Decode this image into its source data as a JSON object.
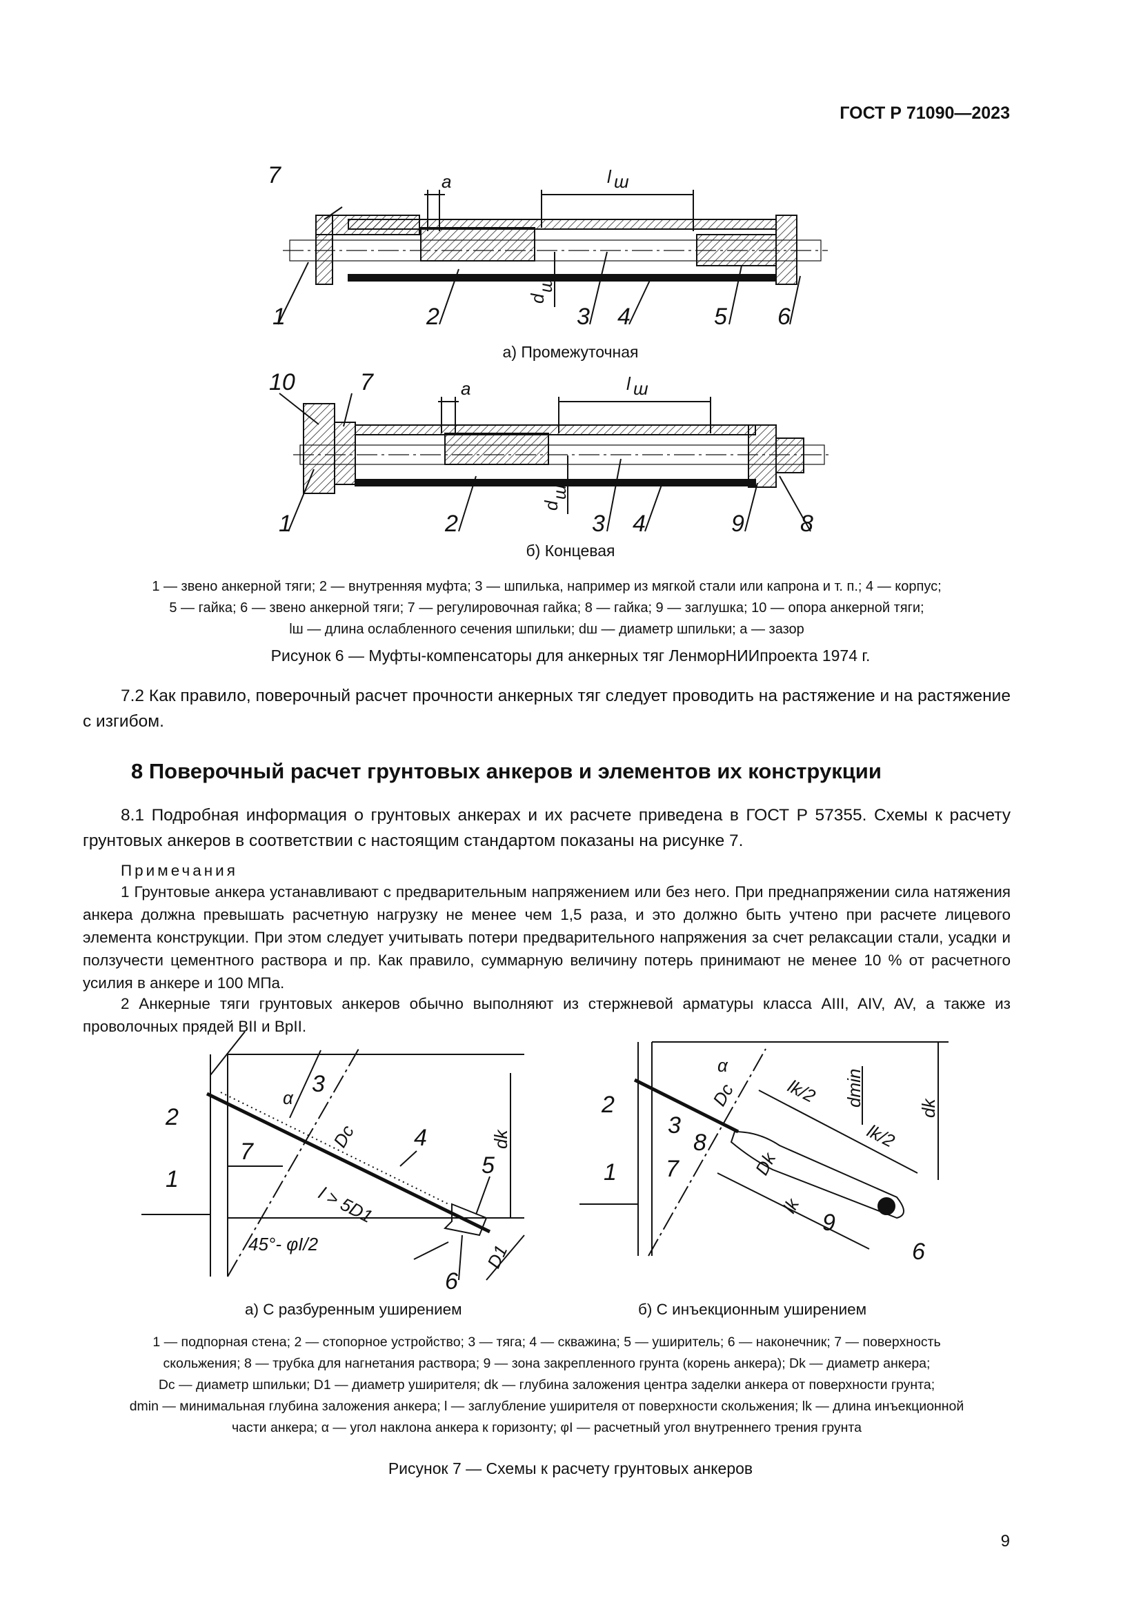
{
  "header": {
    "doc_id": "ГОСТ Р 71090—2023"
  },
  "figure6": {
    "a": {
      "labels": [
        "7",
        "a",
        "l",
        "ш",
        "d",
        "ш",
        "1",
        "2",
        "3",
        "4",
        "5",
        "6"
      ],
      "subcaption": "а) Промежуточная"
    },
    "b": {
      "labels": [
        "10",
        "7",
        "a",
        "l",
        "ш",
        "d",
        "ш",
        "1",
        "2",
        "3",
        "4",
        "9",
        "8"
      ],
      "subcaption": "б) Концевая"
    },
    "legend": {
      "line1": "1 — звено анкерной тяги; 2 — внутренняя муфта; 3 — шпилька, например из мягкой стали или капрона и т. п.; 4 — корпус;",
      "line2": "5 — гайка; 6 — звено анкерной тяги; 7 — регулировочная гайка; 8 — гайка; 9 — заглушка; 10 — опора анкерной тяги;",
      "line3": "lш — длина ослабленного сечения шпильки; dш — диаметр шпильки; a — зазор"
    },
    "caption": "Рисунок 6 — Муфты-компенсаторы для анкерных тяг ЛенморНИИпроекта 1974 г."
  },
  "para_7_2": "7.2 Как правило, поверочный расчет прочности анкерных тяг следует проводить на растяжение и на растяжение с изгибом.",
  "section8": {
    "heading": "8 Поверочный расчет грунтовых анкеров и элементов их конструкции",
    "para_8_1": "8.1 Подробная информация о грунтовых анкерах и их расчете приведена в ГОСТ Р 57355. Схемы к расчету грунтовых анкеров в соответствии с настоящим стандартом показаны на рисунке 7.",
    "notes_title": "Примечания",
    "note1": "1 Грунтовые анкера устанавливают с предварительным напряжением или без него. При преднапряжении сила натяжения анкера должна превышать расчетную нагрузку не менее чем 1,5 раза, и это должно быть учтено при расчете лицевого элемента конструкции. При этом следует учитывать потери предварительного напряжения за счет релаксации стали, усадки и ползучести цементного раствора и пр. Как правило, суммарную величину потерь принимают не менее 10 % от расчетного усилия в анкере и 100 МПа.",
    "note2": "2 Анкерные тяги грунтовых анкеров обычно выполняют из стержневой арматуры класса AIII, AIV, AV, а также из проволочных прядей BII и BpII."
  },
  "figure7": {
    "a": {
      "labels": [
        "2",
        "α",
        "3",
        "1",
        "7",
        "4",
        "5",
        "6",
        "Dc",
        "dk",
        "l > 5D1",
        "45°- φI/2",
        "D1"
      ],
      "subcaption": "а) С разбуренным уширением"
    },
    "b": {
      "labels": [
        "α",
        "2",
        "3",
        "8",
        "1",
        "7",
        "9",
        "6",
        "Dc",
        "dmin",
        "dk",
        "lk/2",
        "lk/2",
        "Dk",
        "lk"
      ],
      "subcaption": "б) С инъекционным уширением"
    },
    "legend": {
      "line1": "1 — подпорная стена; 2 — стопорное устройство; 3 — тяга; 4 — скважина; 5 — уширитель; 6 — наконечник; 7 — поверхность",
      "line2": "скольжения; 8 — трубка для нагнетания раствора; 9 — зона закрепленного грунта (корень анкера); Dk — диаметр анкера;",
      "line3": "Dc — диаметр шпильки; D1 — диаметр уширителя; dk — глубина заложения центра заделки анкера от поверхности грунта;",
      "line4": "dmin — минимальная глубина заложения анкера; l — заглубление уширителя от поверхности скольжения; lk — длина инъекционной",
      "line5": "части анкера; α — угол наклона анкера к горизонту; φI — расчетный угол внутреннего трения грунта"
    },
    "caption": "Рисунок 7 — Схемы к расчету грунтовых анкеров"
  },
  "page_number": "9"
}
